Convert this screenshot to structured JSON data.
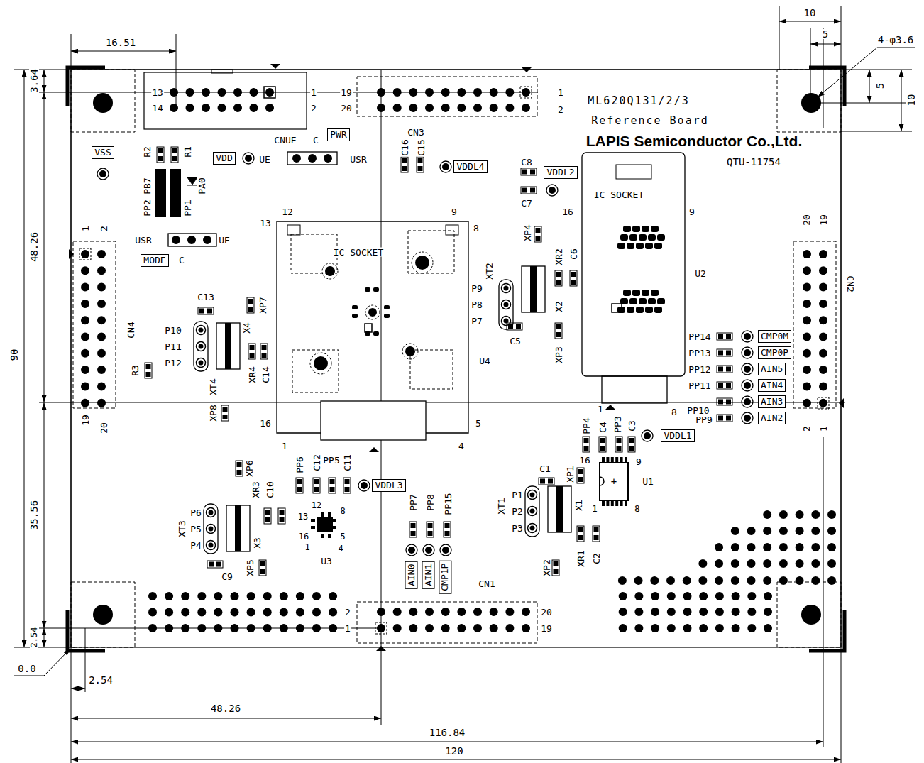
{
  "diagram": {
    "nodes": [
      {
        "text": [
          "VSS"
        ]
      },
      {
        "text": [
          "VDD"
        ]
      },
      {
        "text": [
          "PWR"
        ]
      },
      {
        "text": [
          "MODE"
        ]
      },
      {
        "text": [
          "VDDL4"
        ]
      },
      {
        "text": [
          "VDDL2"
        ]
      },
      {
        "text": [
          "CMP0M"
        ]
      },
      {
        "text": [
          "CMP0P"
        ]
      },
      {
        "text": [
          "AIN5"
        ]
      },
      {
        "text": [
          "AIN4"
        ]
      },
      {
        "text": [
          "AIN3"
        ]
      },
      {
        "text": [
          "AIN2"
        ]
      },
      {
        "text": [
          "VDDL1"
        ]
      },
      {
        "text": [
          "VDDL3"
        ]
      },
      {
        "text": [
          "AIN0"
        ]
      },
      {
        "text": [
          "AIN1"
        ]
      },
      {
        "text": [
          "CMP1P"
        ]
      }
    ],
    "labels": [
      "16.51",
      "3.64",
      "48.26",
      "90",
      "35.56",
      "2.54",
      "0.0",
      "2.54",
      "48.26",
      "116.84",
      "120",
      "10",
      "5",
      "4-φ3.6",
      "5",
      "10",
      "ML620Q131/2/3",
      "Reference Board",
      "LAPIS Semiconductor Co.,Ltd.",
      "QTU-11754",
      "13",
      "14",
      "1",
      "2",
      "CNUE",
      "19",
      "20",
      "1",
      "2",
      "CN3",
      "1",
      "2",
      "19",
      "20",
      "CN4",
      "20",
      "19",
      "2",
      "1",
      "CN2",
      "2",
      "1",
      "20",
      "19",
      "CN1",
      "R2",
      "R1",
      "PB7",
      "PA0",
      "PP2",
      "PP1",
      "C",
      "UE",
      "USR",
      "USR",
      "UE",
      "C",
      "C16",
      "C15",
      "C8",
      "C7",
      "12",
      "13",
      "9",
      "8",
      "IC SOCKET",
      "16",
      "1",
      "5",
      "4",
      "U4",
      "16",
      "9",
      "IC SOCKET",
      "U2",
      "1",
      "8",
      "XT2",
      "P9",
      "P8",
      "P7",
      "XP4",
      "XR2",
      "C6",
      "X2",
      "C5",
      "XP3",
      "C13",
      "XP7",
      "P10",
      "P11",
      "P12",
      "XT4",
      "X4",
      "XR4",
      "C14",
      "R3",
      "XP8",
      "PP14",
      "PP13",
      "PP12",
      "PP11",
      "PP10",
      "PP9",
      "PP4",
      "C4",
      "PP3",
      "C3",
      "16",
      "9",
      "1",
      "8",
      "U1",
      "+",
      "C1",
      "XP1",
      "XT1",
      "P1",
      "P2",
      "P3",
      "X1",
      "XR1",
      "C2",
      "XP2",
      "XP6",
      "XR3",
      "C10",
      "X3",
      "XT3",
      "P6",
      "P5",
      "P4",
      "C9",
      "XP5",
      "PP6",
      "C12",
      "PP5",
      "C11",
      "12",
      "8",
      "13",
      "16",
      "1",
      "5",
      "4",
      "U3",
      "PP7",
      "PP8",
      "PP15"
    ]
  }
}
